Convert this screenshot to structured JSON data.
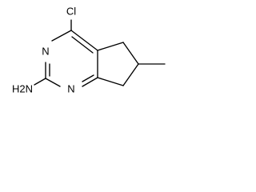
{
  "molecule": {
    "atoms": {
      "chlorine": "Cl",
      "ring_nitrogen_upper": "N",
      "ring_nitrogen_lower": "N",
      "amino_group": "H2N"
    }
  }
}
